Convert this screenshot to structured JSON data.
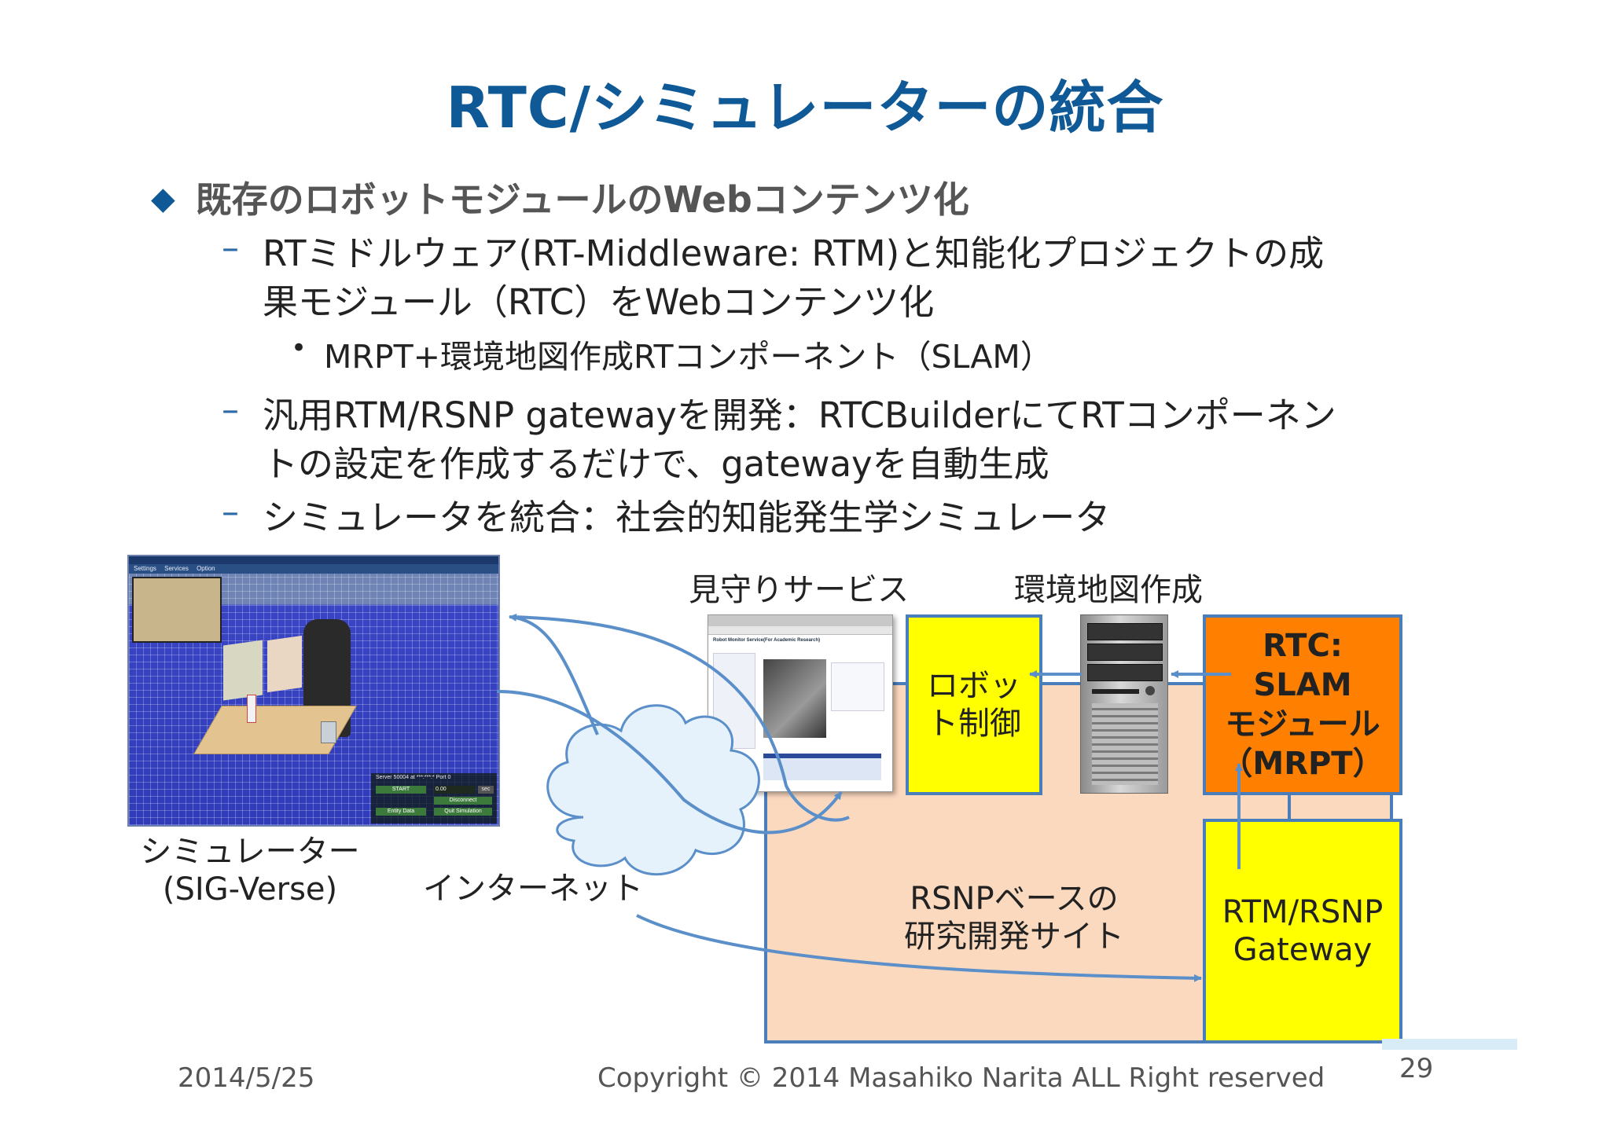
{
  "title": "RTC/シミュレーターの統合",
  "bullets": {
    "main": "既存のロボットモジュールのWebコンテンツ化",
    "sub1_line1": "RTミドルウェア(RT-Middleware: RTM)と知能化プロジェクトの成",
    "sub1_line2": "果モジュール（RTC）をWebコンテンツ化",
    "sub1_point": "MRPT+環境地図作成RTコンポーネント（SLAM）",
    "sub2_line1": "汎用RTM/RSNP gatewayを開発：RTCBuilderにてRTコンポーネン",
    "sub2_line2": "トの設定を作成するだけで、gatewayを自動生成",
    "sub3": "シミュレータを統合：社会的知能発生学シミュレータ",
    "dash": "–",
    "dot": "•",
    "marker": "◆"
  },
  "diagram": {
    "watch_service": "見守りサービス",
    "map_creation": "環境地図作成",
    "robot_control": "ロボッ\nト制御",
    "rtc_slam": "RTC:\nSLAM\nモジュール\n（MRPT）",
    "gateway": "RTM/RSNP\nGateway",
    "rsnp_site": "RSNPベースの\n研究開発サイト",
    "internet": "インターネット",
    "simulator_label": "シミュレーター\n(SIG-Verse)"
  },
  "simulator_screenshot": {
    "menu": [
      "Settings",
      "Services",
      "Option"
    ],
    "start_button": "START",
    "disconnect_button": "Disconnect",
    "entity_data_button": "Entity Data",
    "quit_button": "Quit Simulation",
    "time_value": "0.00",
    "time_unit": "sec",
    "status": "Server 50004 at ***:***:* Port 0"
  },
  "webpage_screenshot": {
    "page_title": "Robot Monitor Service(For Academic Research)"
  },
  "footer": {
    "date": "2014/5/25",
    "copyright": "Copyright © 2014 Masahiko Narita ALL Right reserved",
    "page_number": "29"
  },
  "colors": {
    "title": "#0f5a96",
    "yellow_box": "#ffff00",
    "orange_box": "#ff8000",
    "site_bg": "#fbd9bf",
    "border": "#4a7ebb",
    "arrow": "#5b8fc9"
  }
}
